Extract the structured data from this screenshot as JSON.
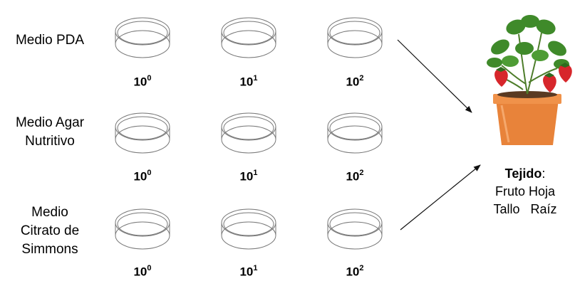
{
  "media": [
    {
      "label_lines": [
        "Medio PDA"
      ],
      "dilutions": [
        {
          "base": "10",
          "exp": "0"
        },
        {
          "base": "10",
          "exp": "1"
        },
        {
          "base": "10",
          "exp": "2"
        }
      ]
    },
    {
      "label_lines": [
        "Medio Agar",
        "Nutritivo"
      ],
      "dilutions": [
        {
          "base": "10",
          "exp": "0"
        },
        {
          "base": "10",
          "exp": "1"
        },
        {
          "base": "10",
          "exp": "2"
        }
      ]
    },
    {
      "label_lines": [
        "Medio",
        "Citrato de",
        "Simmons"
      ],
      "dilutions": [
        {
          "base": "10",
          "exp": "0"
        },
        {
          "base": "10",
          "exp": "1"
        },
        {
          "base": "10",
          "exp": "2"
        }
      ]
    }
  ],
  "tissue": {
    "title": "Tejido",
    "colon": ":",
    "line1": "Fruto Hoja",
    "line2": "Tallo   Raíz"
  },
  "icons": {
    "petri_dish": "petri-dish-icon",
    "plant": "strawberry-plant-in-pot-icon"
  },
  "colors": {
    "pot": "#e8833a",
    "leaf": "#3f8a2a",
    "berry": "#d7262b"
  }
}
